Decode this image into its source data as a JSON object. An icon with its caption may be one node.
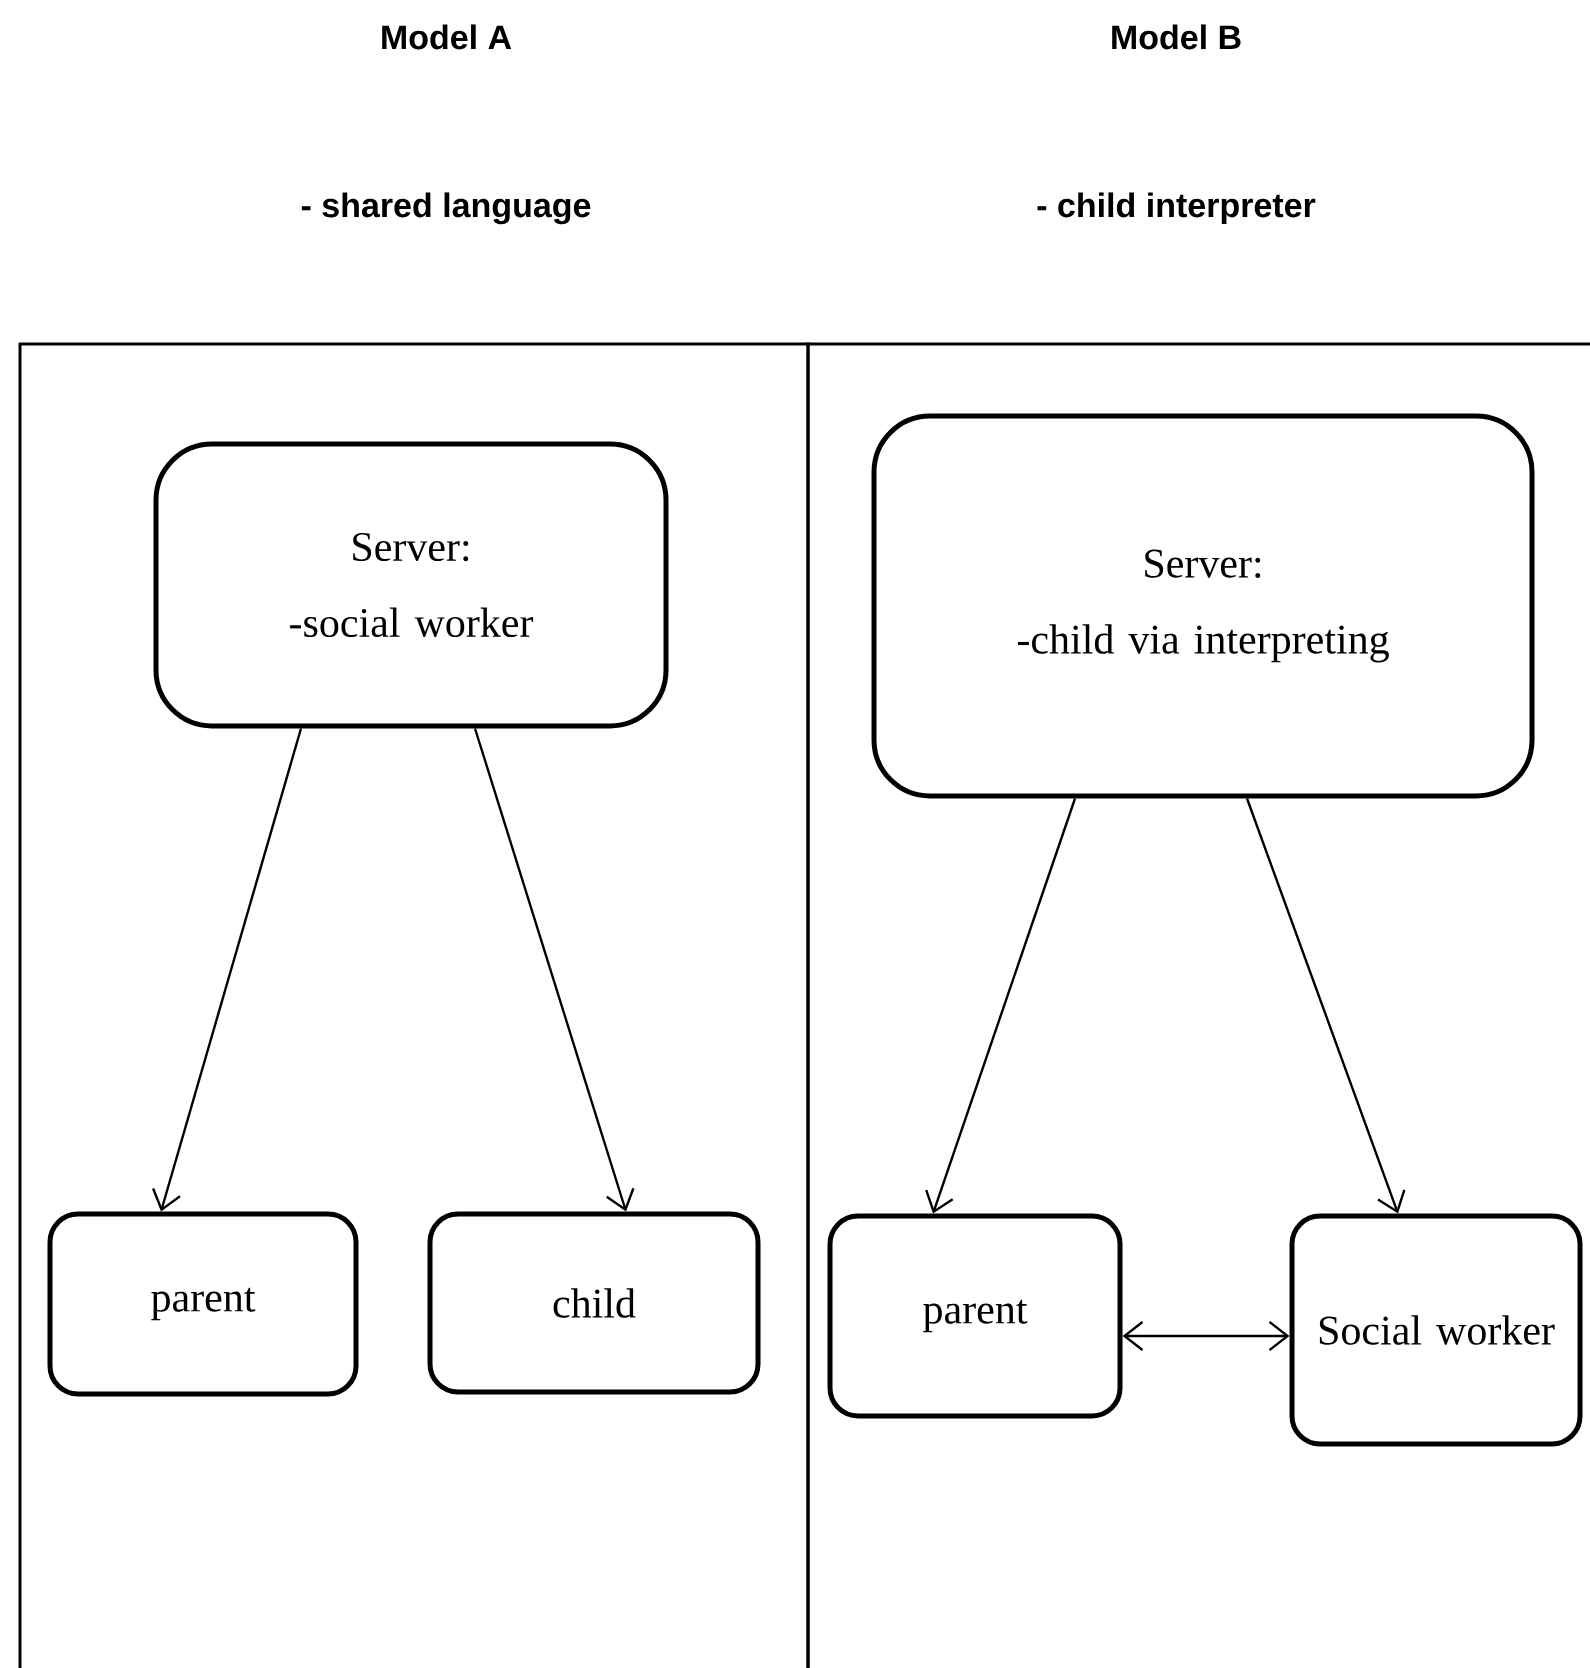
{
  "diagram": {
    "nodes": [
      {
        "text": [
          "Model A",
          "- shared language"
        ]
      },
      {
        "text": [
          "Server:",
          "-social worker"
        ],
        "in": 0
      },
      {
        "text": [
          "parent"
        ],
        "in": 0
      },
      {
        "text": [
          "child"
        ],
        "in": 0
      },
      {
        "text": [
          "Model B",
          "- child interpreter"
        ]
      },
      {
        "text": [
          "Server:",
          "-child via interpreting"
        ],
        "in": 4
      },
      {
        "text": [
          "parent"
        ],
        "in": 4
      },
      {
        "text": [
          "Social worker"
        ],
        "in": 4
      }
    ],
    "edges": [
      {
        "from": 1,
        "to": 2,
        "arrow": "to"
      },
      {
        "from": 1,
        "to": 3,
        "arrow": "to"
      },
      {
        "from": 5,
        "to": 6,
        "arrow": "to"
      },
      {
        "from": 5,
        "to": 7,
        "arrow": "to"
      },
      {
        "from": 6,
        "to": 7,
        "arrow": "both"
      }
    ]
  }
}
